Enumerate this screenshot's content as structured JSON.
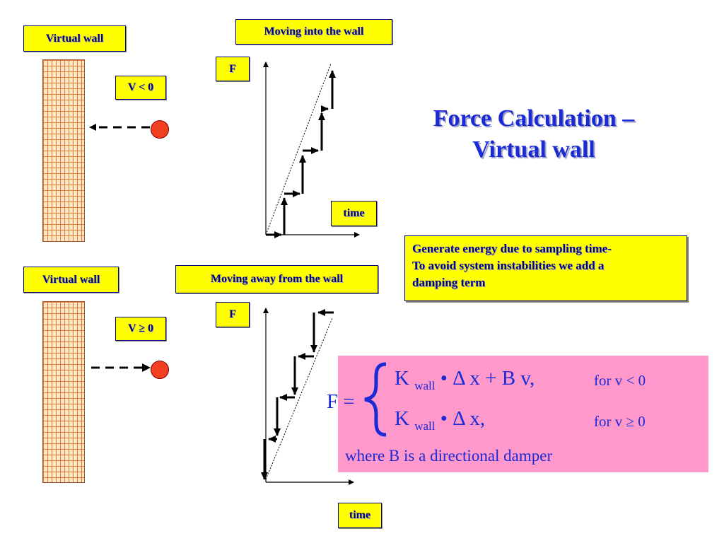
{
  "colors": {
    "label_bg": "#ffff00",
    "label_text": "#000080",
    "title": "#1a2bd6",
    "formula_bg": "#ff99cc",
    "ball": "#f04020"
  },
  "top_panel": {
    "wall_label": "Virtual wall",
    "velocity_label": "V < 0",
    "graph_title": "Moving into the wall",
    "y_label": "F",
    "x_label": "time"
  },
  "bottom_panel": {
    "wall_label": "Virtual wall",
    "velocity_label": "V ≥ 0",
    "graph_title": "Moving away from the wall",
    "y_label": "F",
    "x_label": "time"
  },
  "title": {
    "line1": "Force Calculation –",
    "line2": "Virtual wall"
  },
  "note": {
    "line1": "Generate energy due to sampling time-",
    "line2": "To avoid system instabilities we add a",
    "line3": "damping term"
  },
  "formula": {
    "lhs": "F =",
    "case1_main": "K",
    "case1_sub": "wall",
    "case1_rest": "• Δ x + B v,",
    "case1_cond": "for v  < 0",
    "case2_main": "K",
    "case2_sub": "wall",
    "case2_rest": "• Δ x,",
    "case2_cond": "for v ≥ 0",
    "footnote": "where B is a directional damper"
  }
}
